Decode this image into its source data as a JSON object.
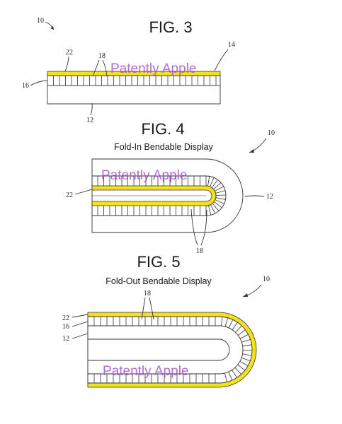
{
  "figures": {
    "fig3": {
      "title": "FIG. 3",
      "refs": {
        "device": "10",
        "layer_top": "22",
        "pixels": "18",
        "display": "14",
        "array": "16",
        "substrate": "12"
      }
    },
    "fig4": {
      "title": "FIG. 4",
      "subtitle": "Fold-In Bendable Display",
      "refs": {
        "device": "10",
        "layer_top": "22",
        "substrate": "12",
        "pixels": "18"
      }
    },
    "fig5": {
      "title": "FIG. 5",
      "subtitle": "Fold-Out Bendable Display",
      "refs": {
        "device": "10",
        "pixels": "18",
        "layer_top": "22",
        "array": "16",
        "substrate": "12"
      }
    }
  },
  "watermark": "Patently Apple",
  "colors": {
    "display_layer": "#f3e21a",
    "line": "#333333",
    "watermark": "#a64bd0",
    "background": "#ffffff"
  }
}
